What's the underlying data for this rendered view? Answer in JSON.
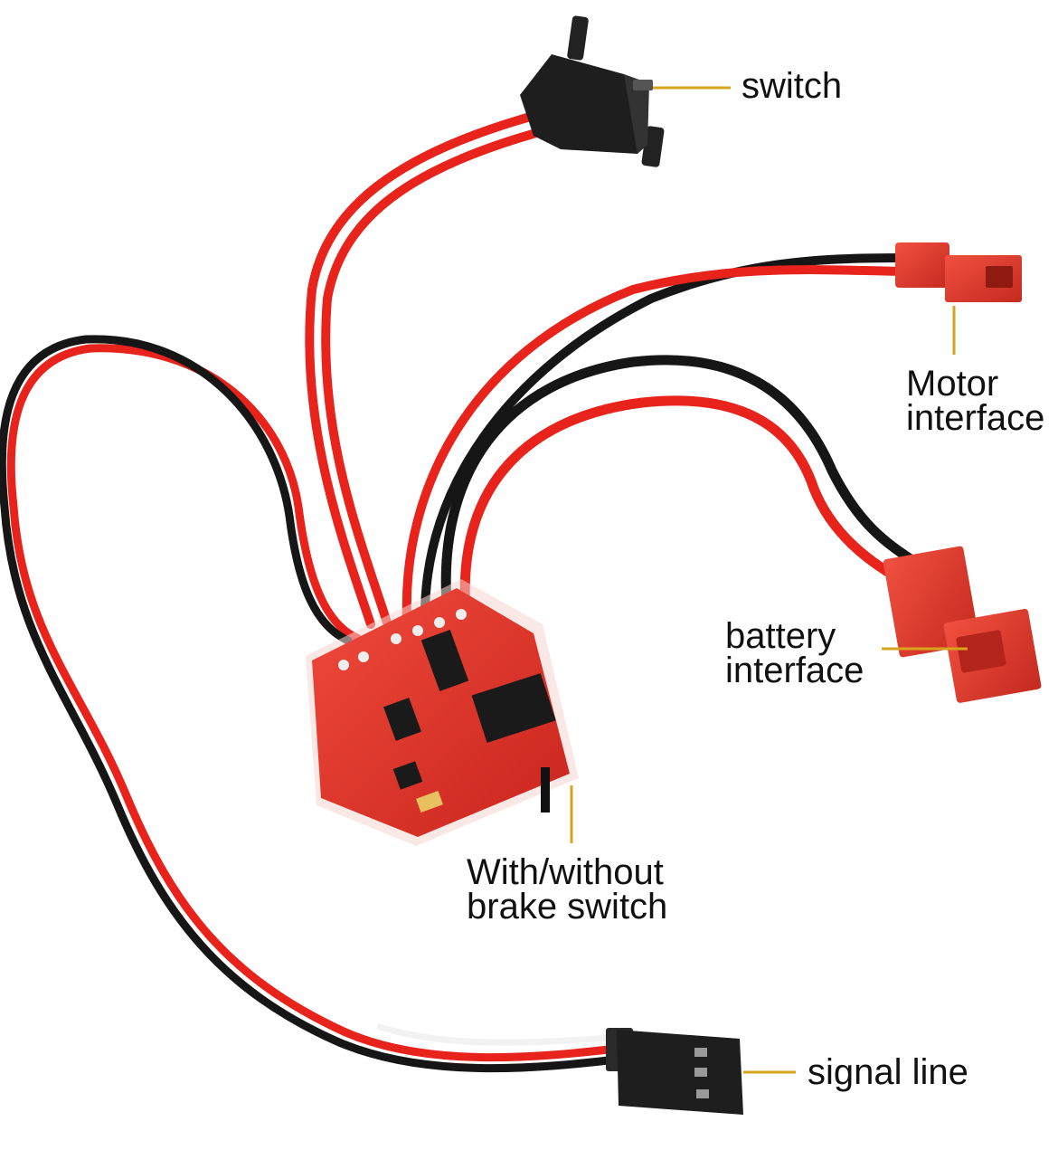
{
  "labels": {
    "switch": "switch",
    "motor_line1": "Motor",
    "motor_line2": "interface",
    "battery_line1": "battery",
    "battery_line2": "interface",
    "brake_line1": "With/without",
    "brake_line2": "brake switch",
    "signal": "signal line"
  },
  "colors": {
    "leader": "#d8a41c",
    "wire_red": "#e8231b",
    "wire_black": "#161616",
    "wire_white": "#f2f2f2",
    "pcb": "#e0352b",
    "connector_red": "#e23a2c",
    "connector_black": "#1e1e1e"
  }
}
